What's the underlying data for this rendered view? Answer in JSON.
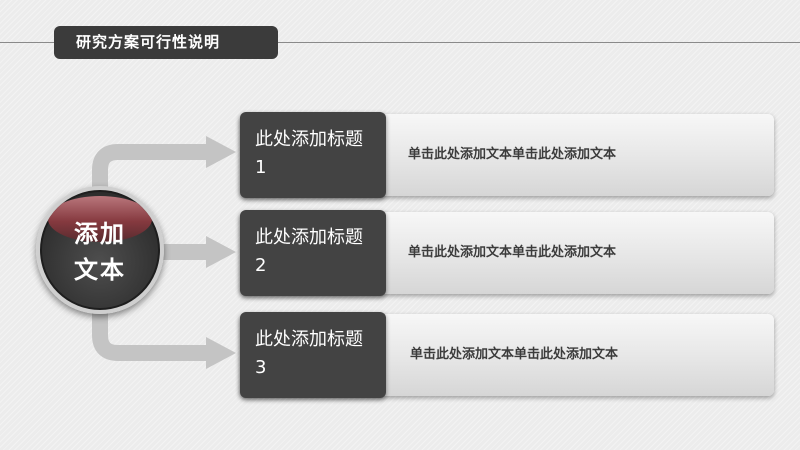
{
  "header": {
    "title": "研究方案可行性说明"
  },
  "center": {
    "line1": "添加",
    "line2": "文本"
  },
  "rows": [
    {
      "title": "此处添加标题",
      "number": "1",
      "text": "单击此处添加文本单击此处添加文本"
    },
    {
      "title": "此处添加标题",
      "number": "2",
      "text": "单击此处添加文本单击此处添加文本"
    },
    {
      "title": "此处添加标题",
      "number": "3",
      "text": "单击此处添加文本单击此处添加文本"
    }
  ],
  "colors": {
    "dark": "#434343",
    "accent": "#8a3a40",
    "arrow": "#c4c4c4"
  }
}
